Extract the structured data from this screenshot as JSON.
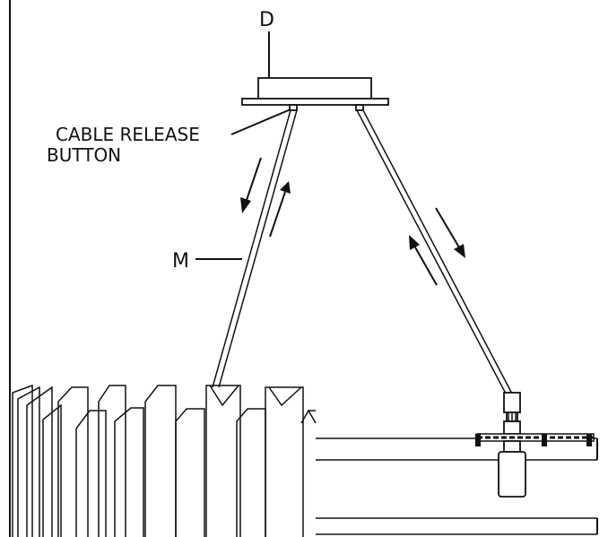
{
  "labels": {
    "housing": "D",
    "cable_release_line1": "CABLE RELEASE",
    "cable_release_line2": "BUTTON",
    "cable": "M"
  }
}
